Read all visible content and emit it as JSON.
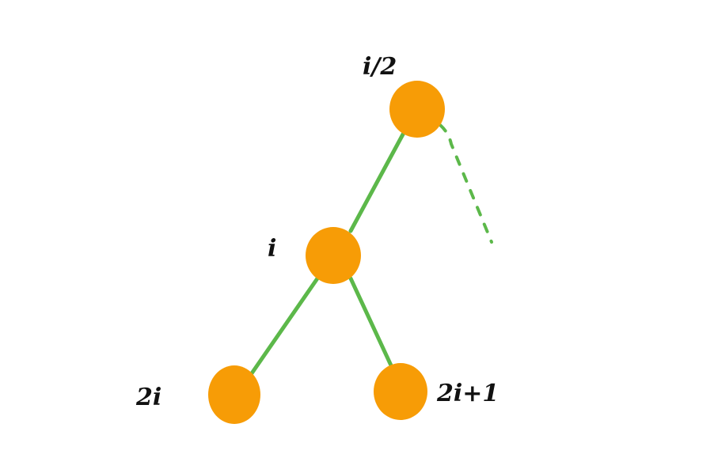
{
  "diagram": {
    "colors": {
      "node_fill": "#F79C06",
      "edge": "#5CB84A",
      "label": "#111111",
      "background": "#FFFFFF"
    },
    "nodes": [
      {
        "id": "parent",
        "label": "i/2"
      },
      {
        "id": "current",
        "label": "i"
      },
      {
        "id": "left-child",
        "label": "2i"
      },
      {
        "id": "right-child",
        "label": "2i+1"
      }
    ],
    "edges": [
      {
        "from": "parent",
        "to": "current",
        "style": "solid"
      },
      {
        "from": "current",
        "to": "left-child",
        "style": "solid"
      },
      {
        "from": "current",
        "to": "right-child",
        "style": "solid"
      },
      {
        "from": "parent",
        "to": "off-screen",
        "style": "dashed"
      }
    ]
  }
}
